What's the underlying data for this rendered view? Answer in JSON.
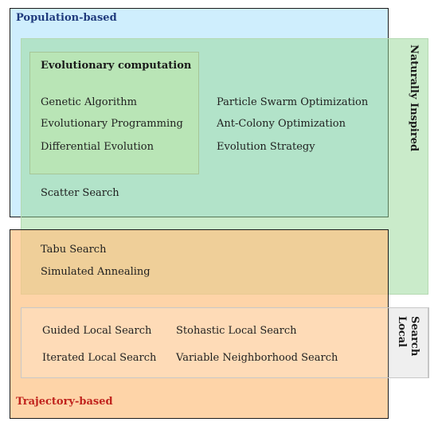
{
  "regions": {
    "population_label": "Population-based",
    "naturally_inspired_label": "Naturally Inspired",
    "trajectory_label": "Trajectory-based",
    "local_search_label": [
      "Local",
      "Search"
    ],
    "evolutionary_label": "Evolutionary computation"
  },
  "methods": {
    "genetic_algorithm": "Genetic Algorithm",
    "evolutionary_programming": "Evolutionary Programming",
    "differential_evolution": "Differential Evolution",
    "particle_swarm": "Particle Swarm Optimization",
    "ant_colony": "Ant-Colony Optimization",
    "evolution_strategy": "Evolution Strategy",
    "scatter_search": "Scatter Search",
    "tabu_search": "Tabu Search",
    "simulated_annealing": "Simulated Annealing",
    "guided_local_search": "Guided Local Search",
    "stochastic_local_search": "Stohastic Local Search",
    "iterated_local_search": "Iterated Local Search",
    "variable_neighborhood_search": "Variable Neighborhood Search"
  },
  "colors": {
    "population_fill": "#cfeefd",
    "naturally_inspired_fill": "#96d896",
    "trajectory_fill": "#fdc386",
    "evolutionary_fill": "#bde7ac",
    "local_search_fill": "#ececec",
    "population_label": "#1f3a7d",
    "trajectory_label": "#c0231d"
  }
}
